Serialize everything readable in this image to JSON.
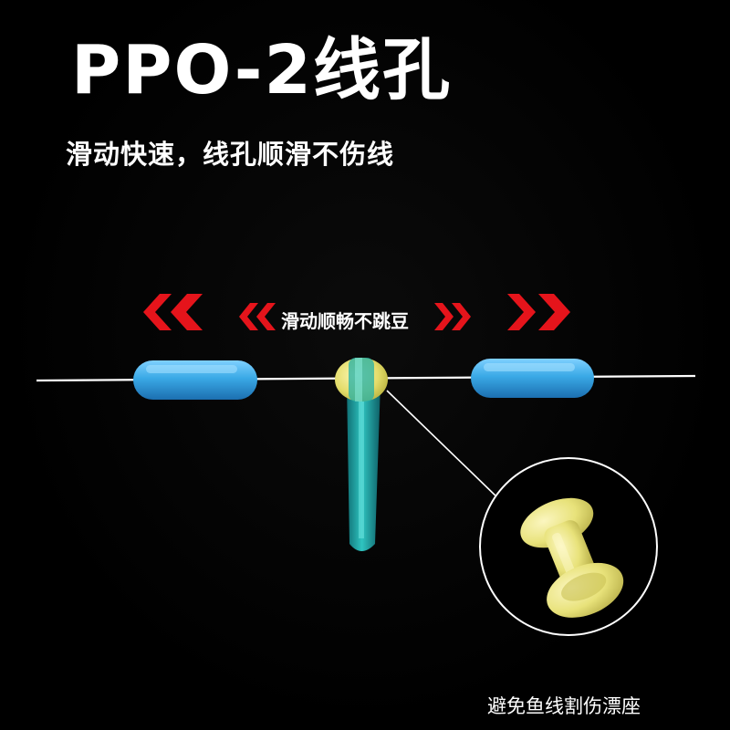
{
  "heading": {
    "title": "PPO-2线孔",
    "subtitle": "滑动快速，线孔顺滑不伤线"
  },
  "diagram": {
    "motion_label": "滑动顺畅不跳豆",
    "caption": "避免鱼线割伤漂座"
  },
  "colors": {
    "background": "#000000",
    "text": "#ffffff",
    "arrow_red": "#e5141b",
    "bean_blue": "#3aa9e6",
    "float_teal": "#1fa6a6",
    "seat_yellow": "#e8e27a",
    "fishing_line": "#ffffff"
  }
}
